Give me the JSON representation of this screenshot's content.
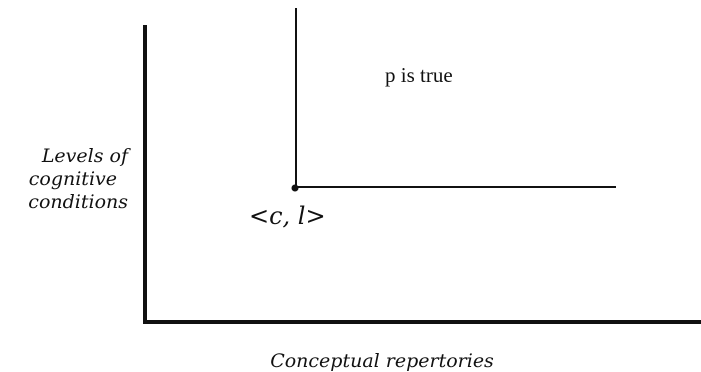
{
  "y_axis_label": [
    "Levels of",
    "cognitive",
    "conditions"
  ],
  "x_axis_label": "Conceptual repertories",
  "region_label": "p is true",
  "point_label": "<c, l>",
  "colors": {
    "ink": "#111111",
    "background": "#ffffff"
  }
}
